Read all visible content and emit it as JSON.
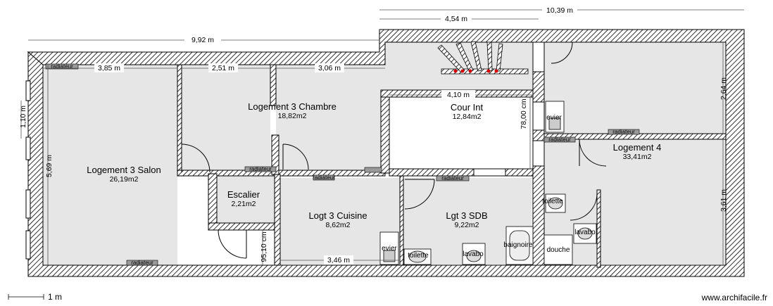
{
  "rooms": {
    "salon": {
      "name": "Logement 3 Salon",
      "area": "26,19m2"
    },
    "chambre": {
      "name": "Logement 3 Chambre",
      "area": "18,82m2"
    },
    "cour": {
      "name": "Cour Int",
      "area": "12,84m2"
    },
    "log4": {
      "name": "Logement 4",
      "area": "33,41m2"
    },
    "escalier": {
      "name": "Escalier",
      "area": "2,21m2"
    },
    "cuisine": {
      "name": "Logt 3 Cuisine",
      "area": "8,62m2"
    },
    "sdb": {
      "name": "Lgt 3 SDB",
      "area": "9,22m2"
    }
  },
  "dimensions": {
    "d992": "9,92 m",
    "d1039": "10,39 m",
    "d454": "4,54 m",
    "d385": "3,85 m",
    "d251": "2,51 m",
    "d306": "3,06 m",
    "d410": "4,10 m",
    "d7800": "78,00 cm",
    "d264": "2,64 m",
    "d361": "3,61 m",
    "d110": "1,10 m",
    "d569": "5,69 m",
    "d9510": "95,10 cm",
    "d346": "3,46 m"
  },
  "fixtures": {
    "radiateur": "radiateur",
    "evier": "evier",
    "toilette": "toilette",
    "lavabo": "lavabo",
    "baignoire": "baignoire",
    "douche": "douche"
  },
  "scale": {
    "label": "1 m"
  },
  "watermark": "www.archifacile.fr",
  "colors": {
    "room_fill": "#e6e6e6",
    "wall": "#000000",
    "dim_line": "#555555",
    "stair_dot": "#d40000"
  }
}
